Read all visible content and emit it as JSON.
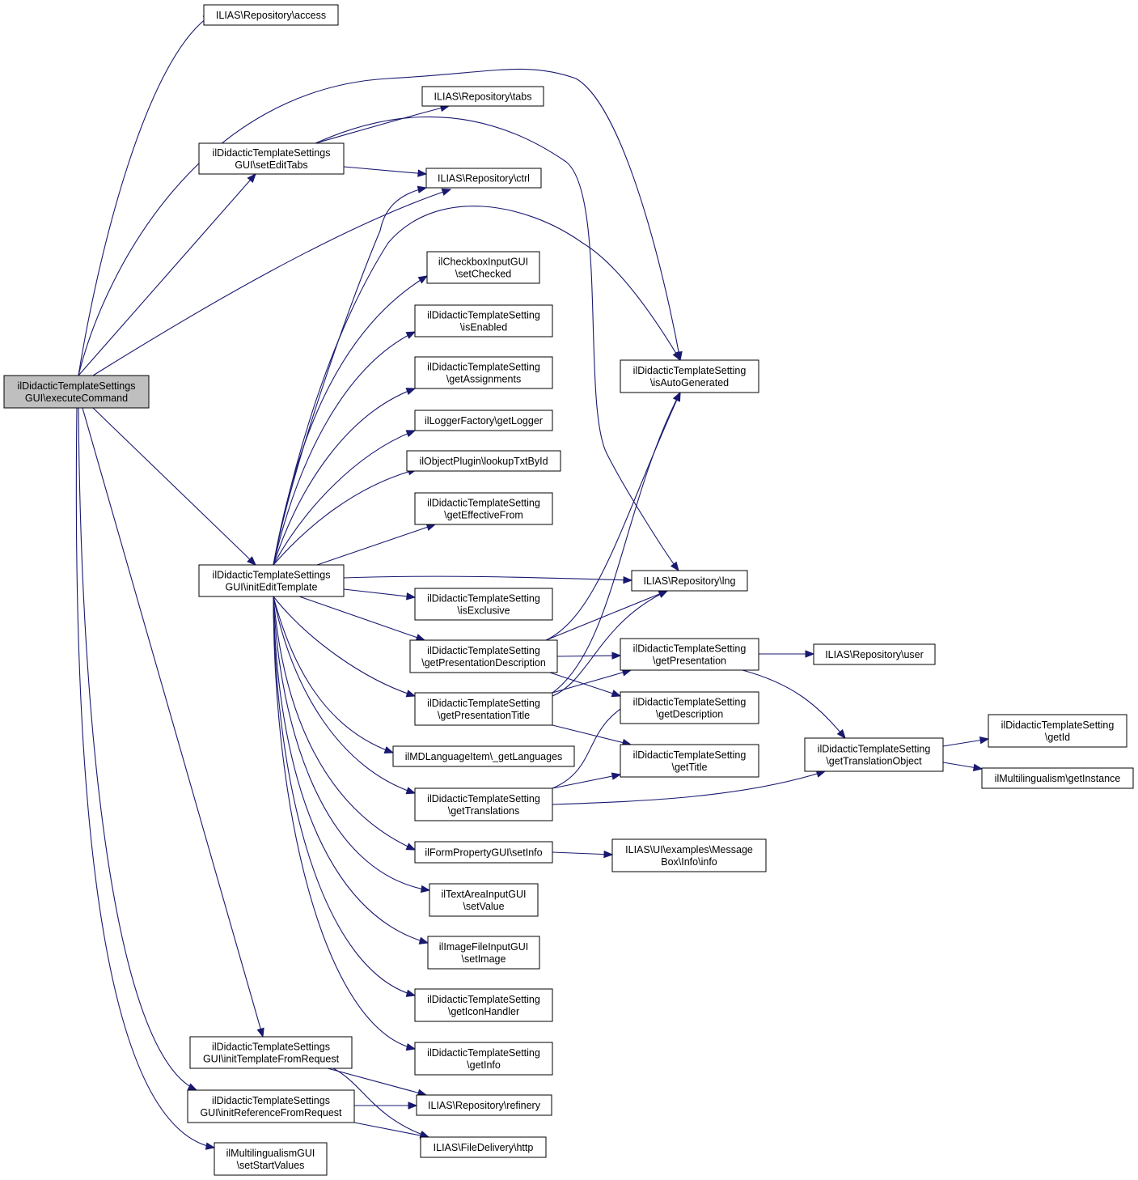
{
  "nodes": {
    "executeCommand": [
      "ilDidacticTemplateSettings",
      "GUI\\executeCommand"
    ],
    "access": [
      "ILIAS\\Repository\\access"
    ],
    "setEditTabs": [
      "ilDidacticTemplateSettings",
      "GUI\\setEditTabs"
    ],
    "tabs": [
      "ILIAS\\Repository\\tabs"
    ],
    "ctrl": [
      "ILIAS\\Repository\\ctrl"
    ],
    "setChecked": [
      "ilCheckboxInputGUI",
      "\\setChecked"
    ],
    "isEnabled": [
      "ilDidacticTemplateSetting",
      "\\isEnabled"
    ],
    "getAssignments": [
      "ilDidacticTemplateSetting",
      "\\getAssignments"
    ],
    "getLogger": [
      "ilLoggerFactory\\getLogger"
    ],
    "lookupTxtById": [
      "ilObjectPlugin\\lookupTxtById"
    ],
    "getEffectiveFrom": [
      "ilDidacticTemplateSetting",
      "\\getEffectiveFrom"
    ],
    "isAutoGenerated": [
      "ilDidacticTemplateSetting",
      "\\isAutoGenerated"
    ],
    "initEditTemplate": [
      "ilDidacticTemplateSettings",
      "GUI\\initEditTemplate"
    ],
    "lng": [
      "ILIAS\\Repository\\lng"
    ],
    "isExclusive": [
      "ilDidacticTemplateSetting",
      "\\isExclusive"
    ],
    "getPresentationDescription": [
      "ilDidacticTemplateSetting",
      "\\getPresentationDescription"
    ],
    "getPresentation": [
      "ilDidacticTemplateSetting",
      "\\getPresentation"
    ],
    "user": [
      "ILIAS\\Repository\\user"
    ],
    "getPresentationTitle": [
      "ilDidacticTemplateSetting",
      "\\getPresentationTitle"
    ],
    "getDescription": [
      "ilDidacticTemplateSetting",
      "\\getDescription"
    ],
    "getId": [
      "ilDidacticTemplateSetting",
      "\\getId"
    ],
    "getLanguages": [
      "ilMDLanguageItem\\_getLanguages"
    ],
    "getTitle": [
      "ilDidacticTemplateSetting",
      "\\getTitle"
    ],
    "getTranslationObject": [
      "ilDidacticTemplateSetting",
      "\\getTranslationObject"
    ],
    "getInstance": [
      "ilMultilingualism\\getInstance"
    ],
    "getTranslations": [
      "ilDidacticTemplateSetting",
      "\\getTranslations"
    ],
    "setInfo": [
      "ilFormPropertyGUI\\setInfo"
    ],
    "info": [
      "ILIAS\\UI\\examples\\Message",
      "Box\\Info\\info"
    ],
    "setValue": [
      "ilTextAreaInputGUI",
      "\\setValue"
    ],
    "setImage": [
      "ilImageFileInputGUI",
      "\\setImage"
    ],
    "getIconHandler": [
      "ilDidacticTemplateSetting",
      "\\getIconHandler"
    ],
    "getInfo": [
      "ilDidacticTemplateSetting",
      "\\getInfo"
    ],
    "initTemplateFromRequest": [
      "ilDidacticTemplateSettings",
      "GUI\\initTemplateFromRequest"
    ],
    "refinery": [
      "ILIAS\\Repository\\refinery"
    ],
    "initReferenceFromRequest": [
      "ilDidacticTemplateSettings",
      "GUI\\initReferenceFromRequest"
    ],
    "http": [
      "ILIAS\\FileDelivery\\http"
    ],
    "setStartValues": [
      "ilMultilingualismGUI",
      "\\setStartValues"
    ]
  },
  "edges": [
    [
      "executeCommand",
      "access"
    ],
    [
      "executeCommand",
      "isAutoGenerated"
    ],
    [
      "executeCommand",
      "setEditTabs"
    ],
    [
      "executeCommand",
      "ctrl"
    ],
    [
      "executeCommand",
      "initEditTemplate"
    ],
    [
      "executeCommand",
      "initTemplateFromRequest"
    ],
    [
      "executeCommand",
      "initReferenceFromRequest"
    ],
    [
      "executeCommand",
      "setStartValues"
    ],
    [
      "setEditTabs",
      "tabs"
    ],
    [
      "setEditTabs",
      "ctrl"
    ],
    [
      "setEditTabs",
      "lng"
    ],
    [
      "initEditTemplate",
      "ctrl"
    ],
    [
      "initEditTemplate",
      "isAutoGenerated"
    ],
    [
      "initEditTemplate",
      "setChecked"
    ],
    [
      "initEditTemplate",
      "isEnabled"
    ],
    [
      "initEditTemplate",
      "getAssignments"
    ],
    [
      "initEditTemplate",
      "getLogger"
    ],
    [
      "initEditTemplate",
      "lookupTxtById"
    ],
    [
      "initEditTemplate",
      "getEffectiveFrom"
    ],
    [
      "initEditTemplate",
      "lng"
    ],
    [
      "initEditTemplate",
      "isExclusive"
    ],
    [
      "initEditTemplate",
      "getPresentationDescription"
    ],
    [
      "initEditTemplate",
      "getPresentationTitle"
    ],
    [
      "initEditTemplate",
      "getLanguages"
    ],
    [
      "initEditTemplate",
      "getTranslations"
    ],
    [
      "initEditTemplate",
      "setInfo"
    ],
    [
      "initEditTemplate",
      "setValue"
    ],
    [
      "initEditTemplate",
      "setImage"
    ],
    [
      "initEditTemplate",
      "getIconHandler"
    ],
    [
      "initEditTemplate",
      "getInfo"
    ],
    [
      "getPresentationDescription",
      "isAutoGenerated"
    ],
    [
      "getPresentationDescription",
      "lng"
    ],
    [
      "getPresentationDescription",
      "getPresentation"
    ],
    [
      "getPresentationDescription",
      "getDescription"
    ],
    [
      "getPresentationTitle",
      "isAutoGenerated"
    ],
    [
      "getPresentationTitle",
      "lng"
    ],
    [
      "getPresentationTitle",
      "getPresentation"
    ],
    [
      "getPresentationTitle",
      "getTitle"
    ],
    [
      "getPresentation",
      "user"
    ],
    [
      "getPresentation",
      "getTranslationObject"
    ],
    [
      "getTranslationObject",
      "getId"
    ],
    [
      "getTranslationObject",
      "getInstance"
    ],
    [
      "getTranslations",
      "getDescription"
    ],
    [
      "getTranslations",
      "getTitle"
    ],
    [
      "getTranslations",
      "getTranslationObject"
    ],
    [
      "setInfo",
      "info"
    ],
    [
      "initTemplateFromRequest",
      "refinery"
    ],
    [
      "initTemplateFromRequest",
      "http"
    ],
    [
      "initReferenceFromRequest",
      "refinery"
    ],
    [
      "initReferenceFromRequest",
      "http"
    ]
  ]
}
